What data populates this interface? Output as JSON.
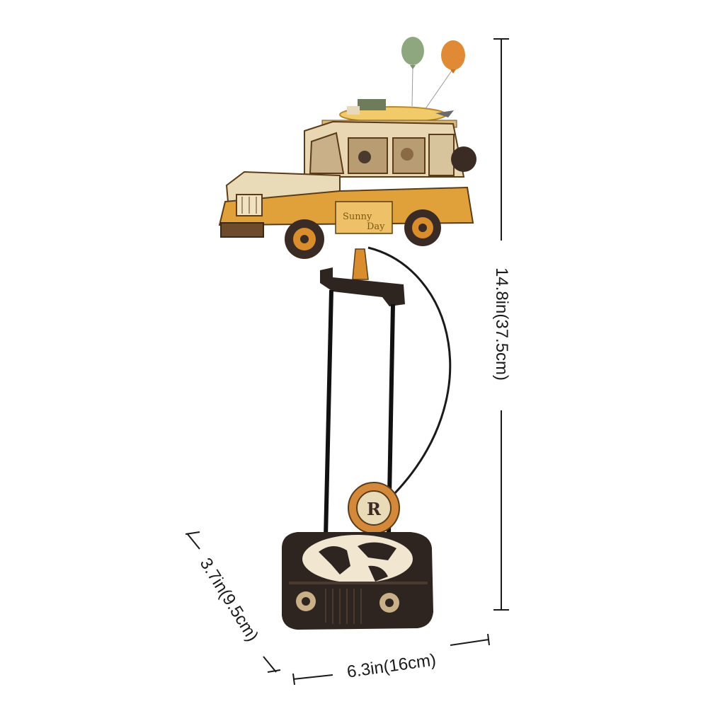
{
  "dimensions": {
    "height": "14.8in(37.5cm)",
    "width": "6.3in(16cm)",
    "depth": "3.7in(9.5cm)"
  },
  "product": {
    "car_line1": "Sunny",
    "car_line2": "Day",
    "emblem_letter": "R"
  },
  "colors": {
    "car_body": "#e0a13a",
    "dark_wood": "#2e2420",
    "balloon_left": "#8ea77f",
    "balloon_right": "#e08a35"
  }
}
